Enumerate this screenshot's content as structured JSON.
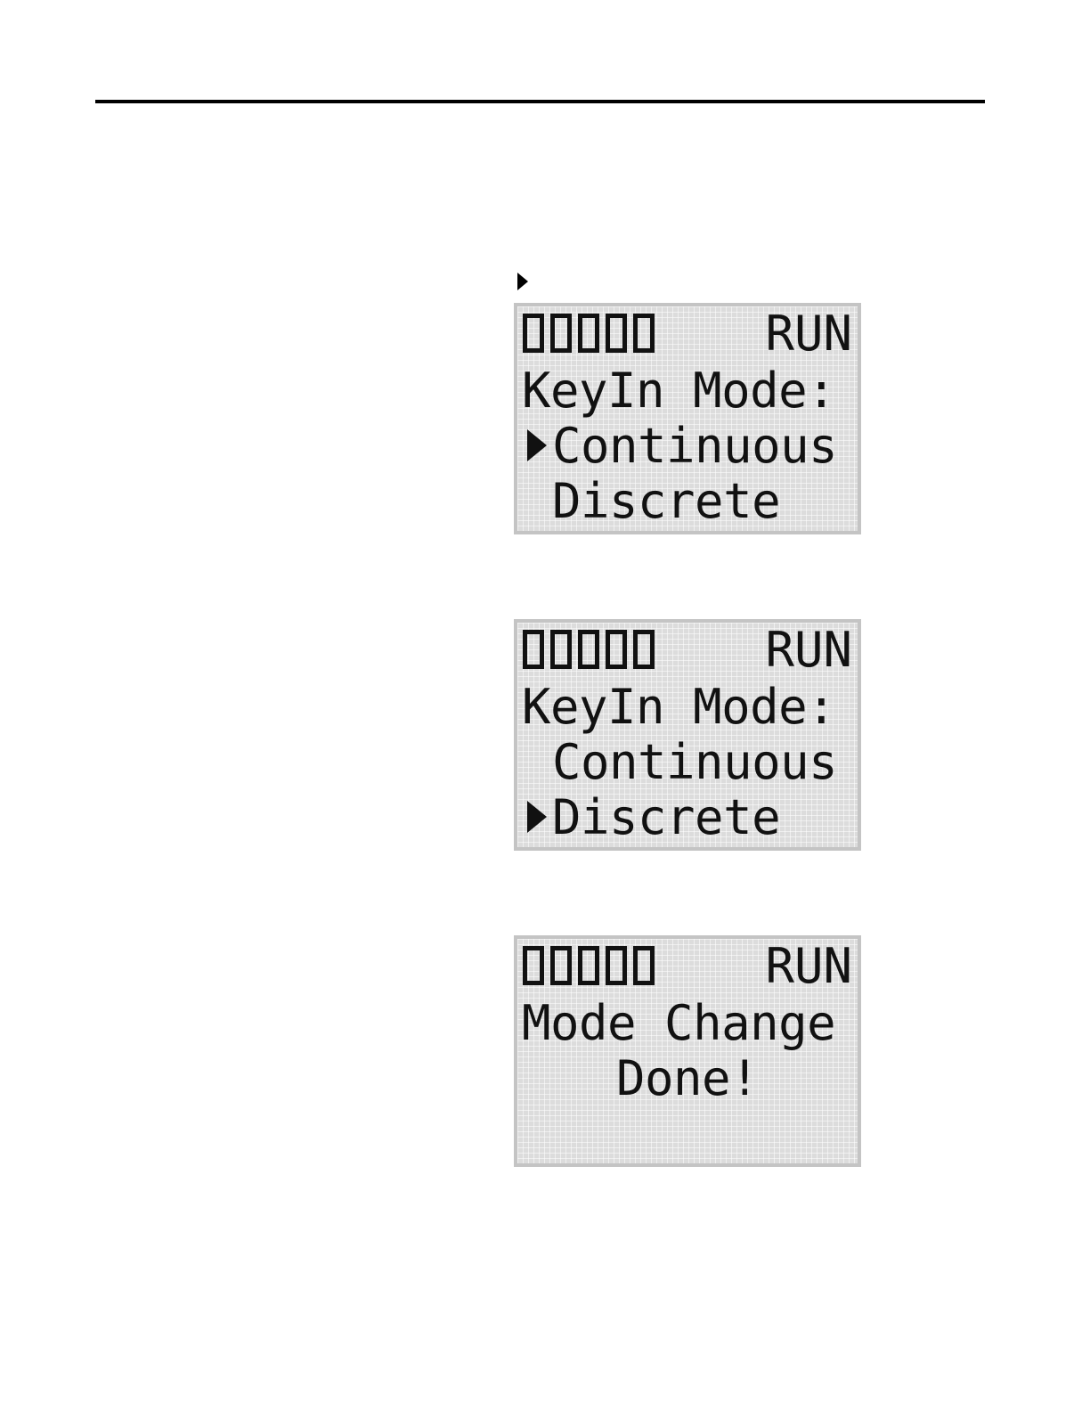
{
  "screens": [
    {
      "status": "RUN",
      "line1": "KeyIn Mode:",
      "line2": "Continuous",
      "line3": "Discrete",
      "selected": "line2"
    },
    {
      "status": "RUN",
      "line1": "KeyIn Mode:",
      "line2": "Continuous",
      "line3": "Discrete",
      "selected": "line3"
    },
    {
      "status": "RUN",
      "line1": "Mode Change",
      "line2": "Done!"
    }
  ],
  "icons": {
    "cursor": "right-triangle-icon",
    "status_blocks": "battery-block-icon"
  }
}
